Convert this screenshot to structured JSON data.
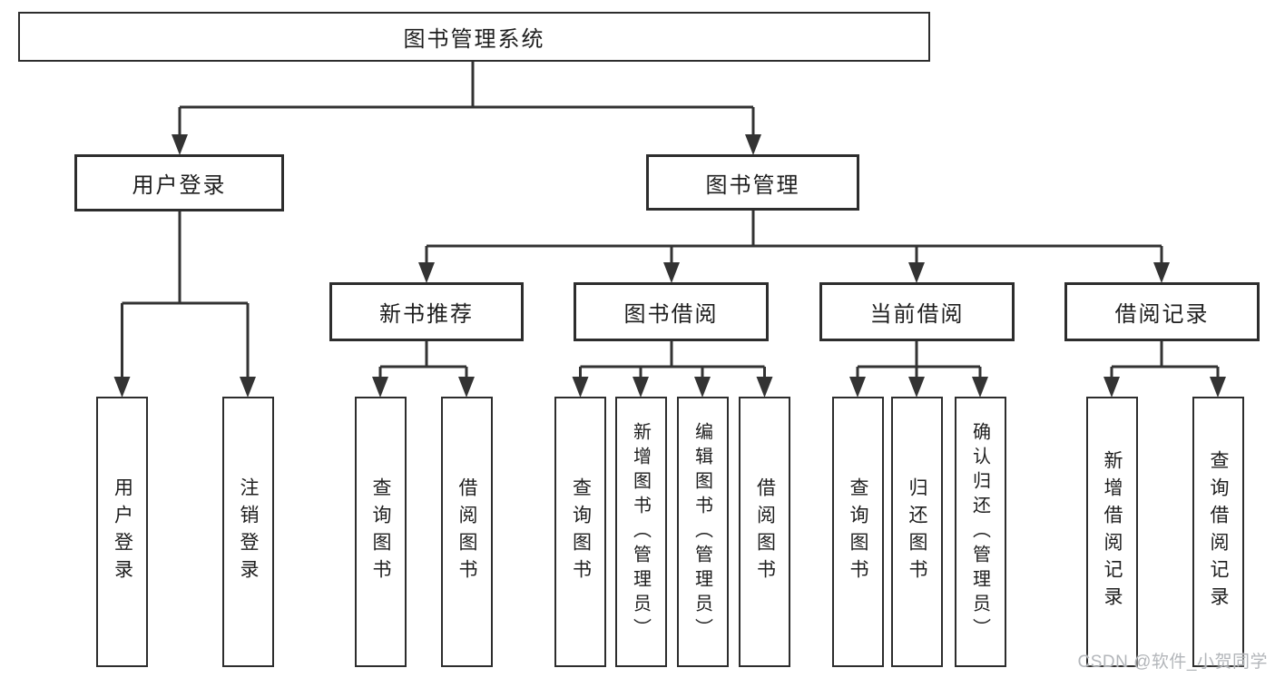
{
  "diagram": {
    "root": {
      "label": "图书管理系统"
    },
    "level2": [
      {
        "label": "用户登录"
      },
      {
        "label": "图书管理"
      }
    ],
    "level3": [
      {
        "label": "新书推荐"
      },
      {
        "label": "图书借阅"
      },
      {
        "label": "当前借阅"
      },
      {
        "label": "借阅记录"
      }
    ],
    "leaves": [
      {
        "label": "用户登录"
      },
      {
        "label": "注销登录"
      },
      {
        "label": "查询图书"
      },
      {
        "label": "借阅图书"
      },
      {
        "label": "查询图书"
      },
      {
        "label": "新增图书（管理员）"
      },
      {
        "label": "编辑图书（管理员）"
      },
      {
        "label": "借阅图书"
      },
      {
        "label": "查询图书"
      },
      {
        "label": "归还图书"
      },
      {
        "label": "确认归还（管理员）"
      },
      {
        "label": "新增借阅记录"
      },
      {
        "label": "查询借阅记录"
      }
    ]
  },
  "watermark": {
    "text": "CSDN @软件_小贺同学",
    "color": "#b3b6ba"
  },
  "colors": {
    "line": "#333333",
    "box_border": "#2d2d2d",
    "text": "#1e1e1e",
    "background": "#ffffff"
  }
}
